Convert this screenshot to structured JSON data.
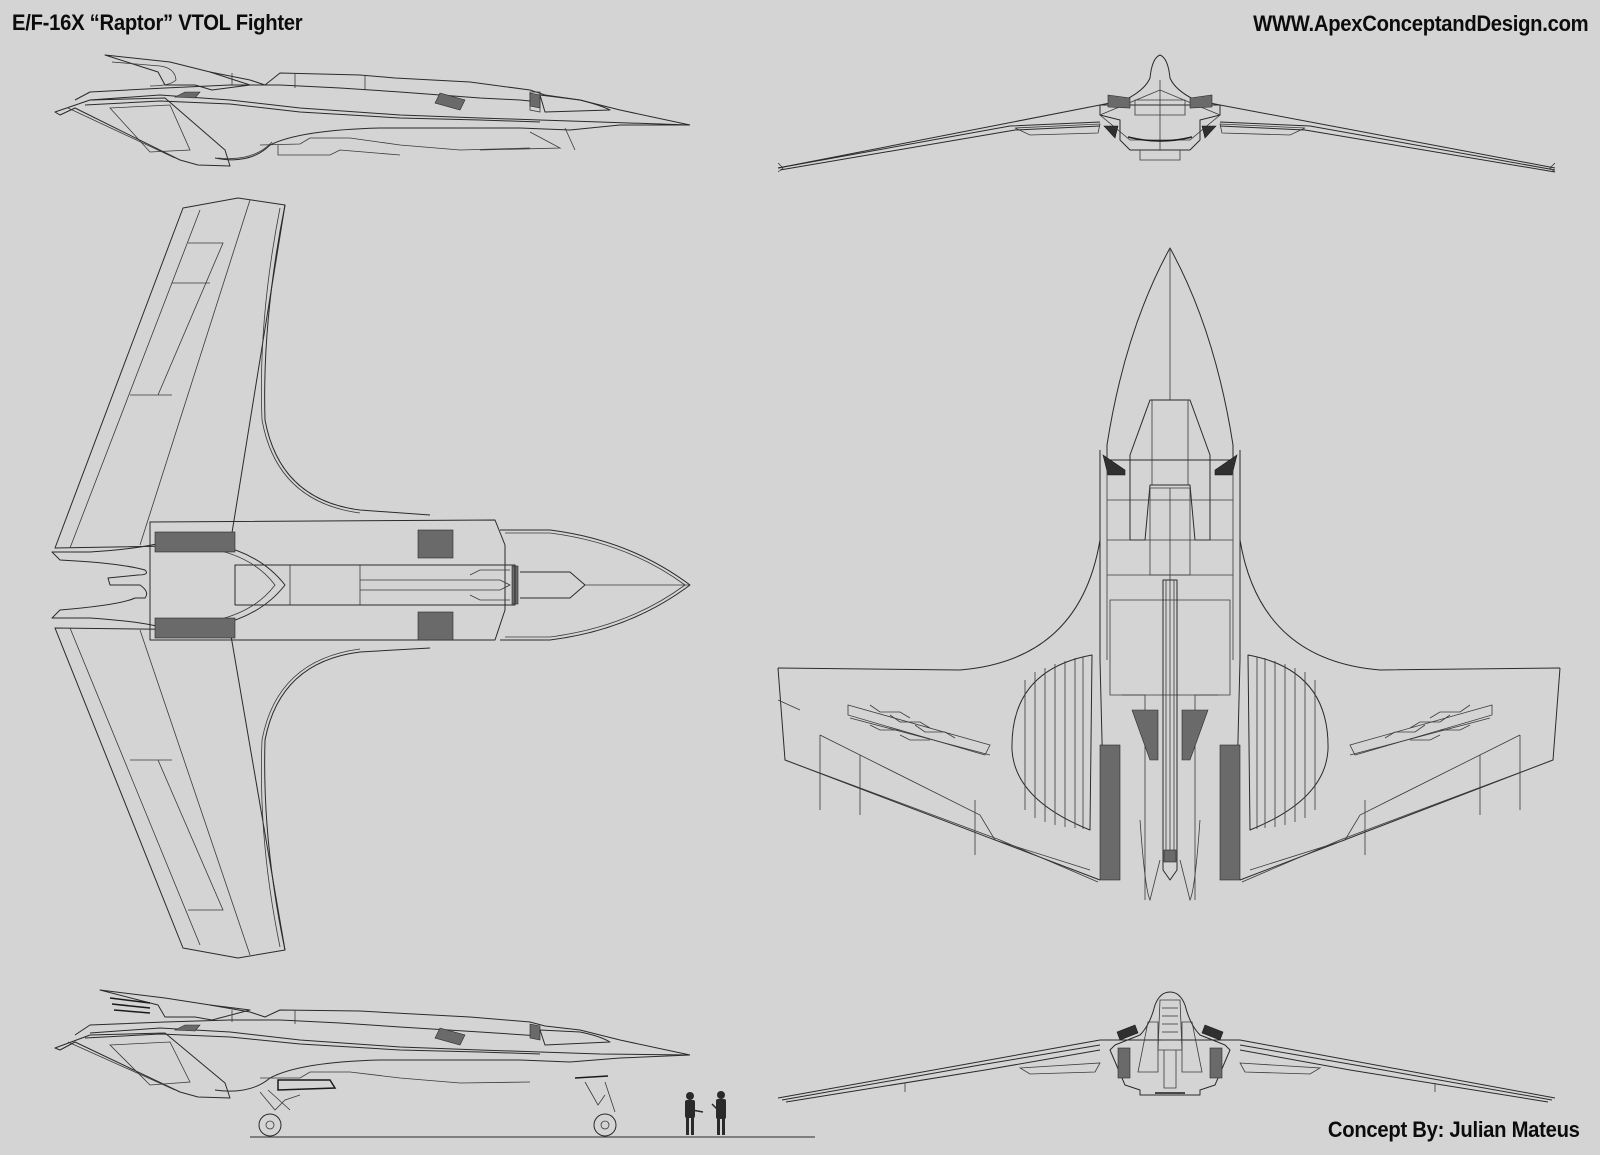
{
  "header": {
    "title": "E/F-16X “Raptor” VTOL Fighter",
    "website": "WWW.ApexConceptandDesign.com"
  },
  "footer": {
    "credit": "Concept By: Julian Mateus"
  },
  "views": {
    "side_top": {
      "label": "side-view-upper",
      "position": "top-left"
    },
    "plan": {
      "label": "top-plan-view",
      "position": "middle-left"
    },
    "side_bottom": {
      "label": "side-view-landing-gear-deployed",
      "position": "bottom-left"
    },
    "front": {
      "label": "front-view",
      "position": "top-right"
    },
    "underside": {
      "label": "underside-plan-view",
      "position": "middle-right"
    },
    "rear": {
      "label": "rear-view",
      "position": "bottom-right"
    }
  },
  "colors": {
    "background": "#d4d4d4",
    "linework": "#2a2a2a",
    "text": "#0c0c0c"
  }
}
